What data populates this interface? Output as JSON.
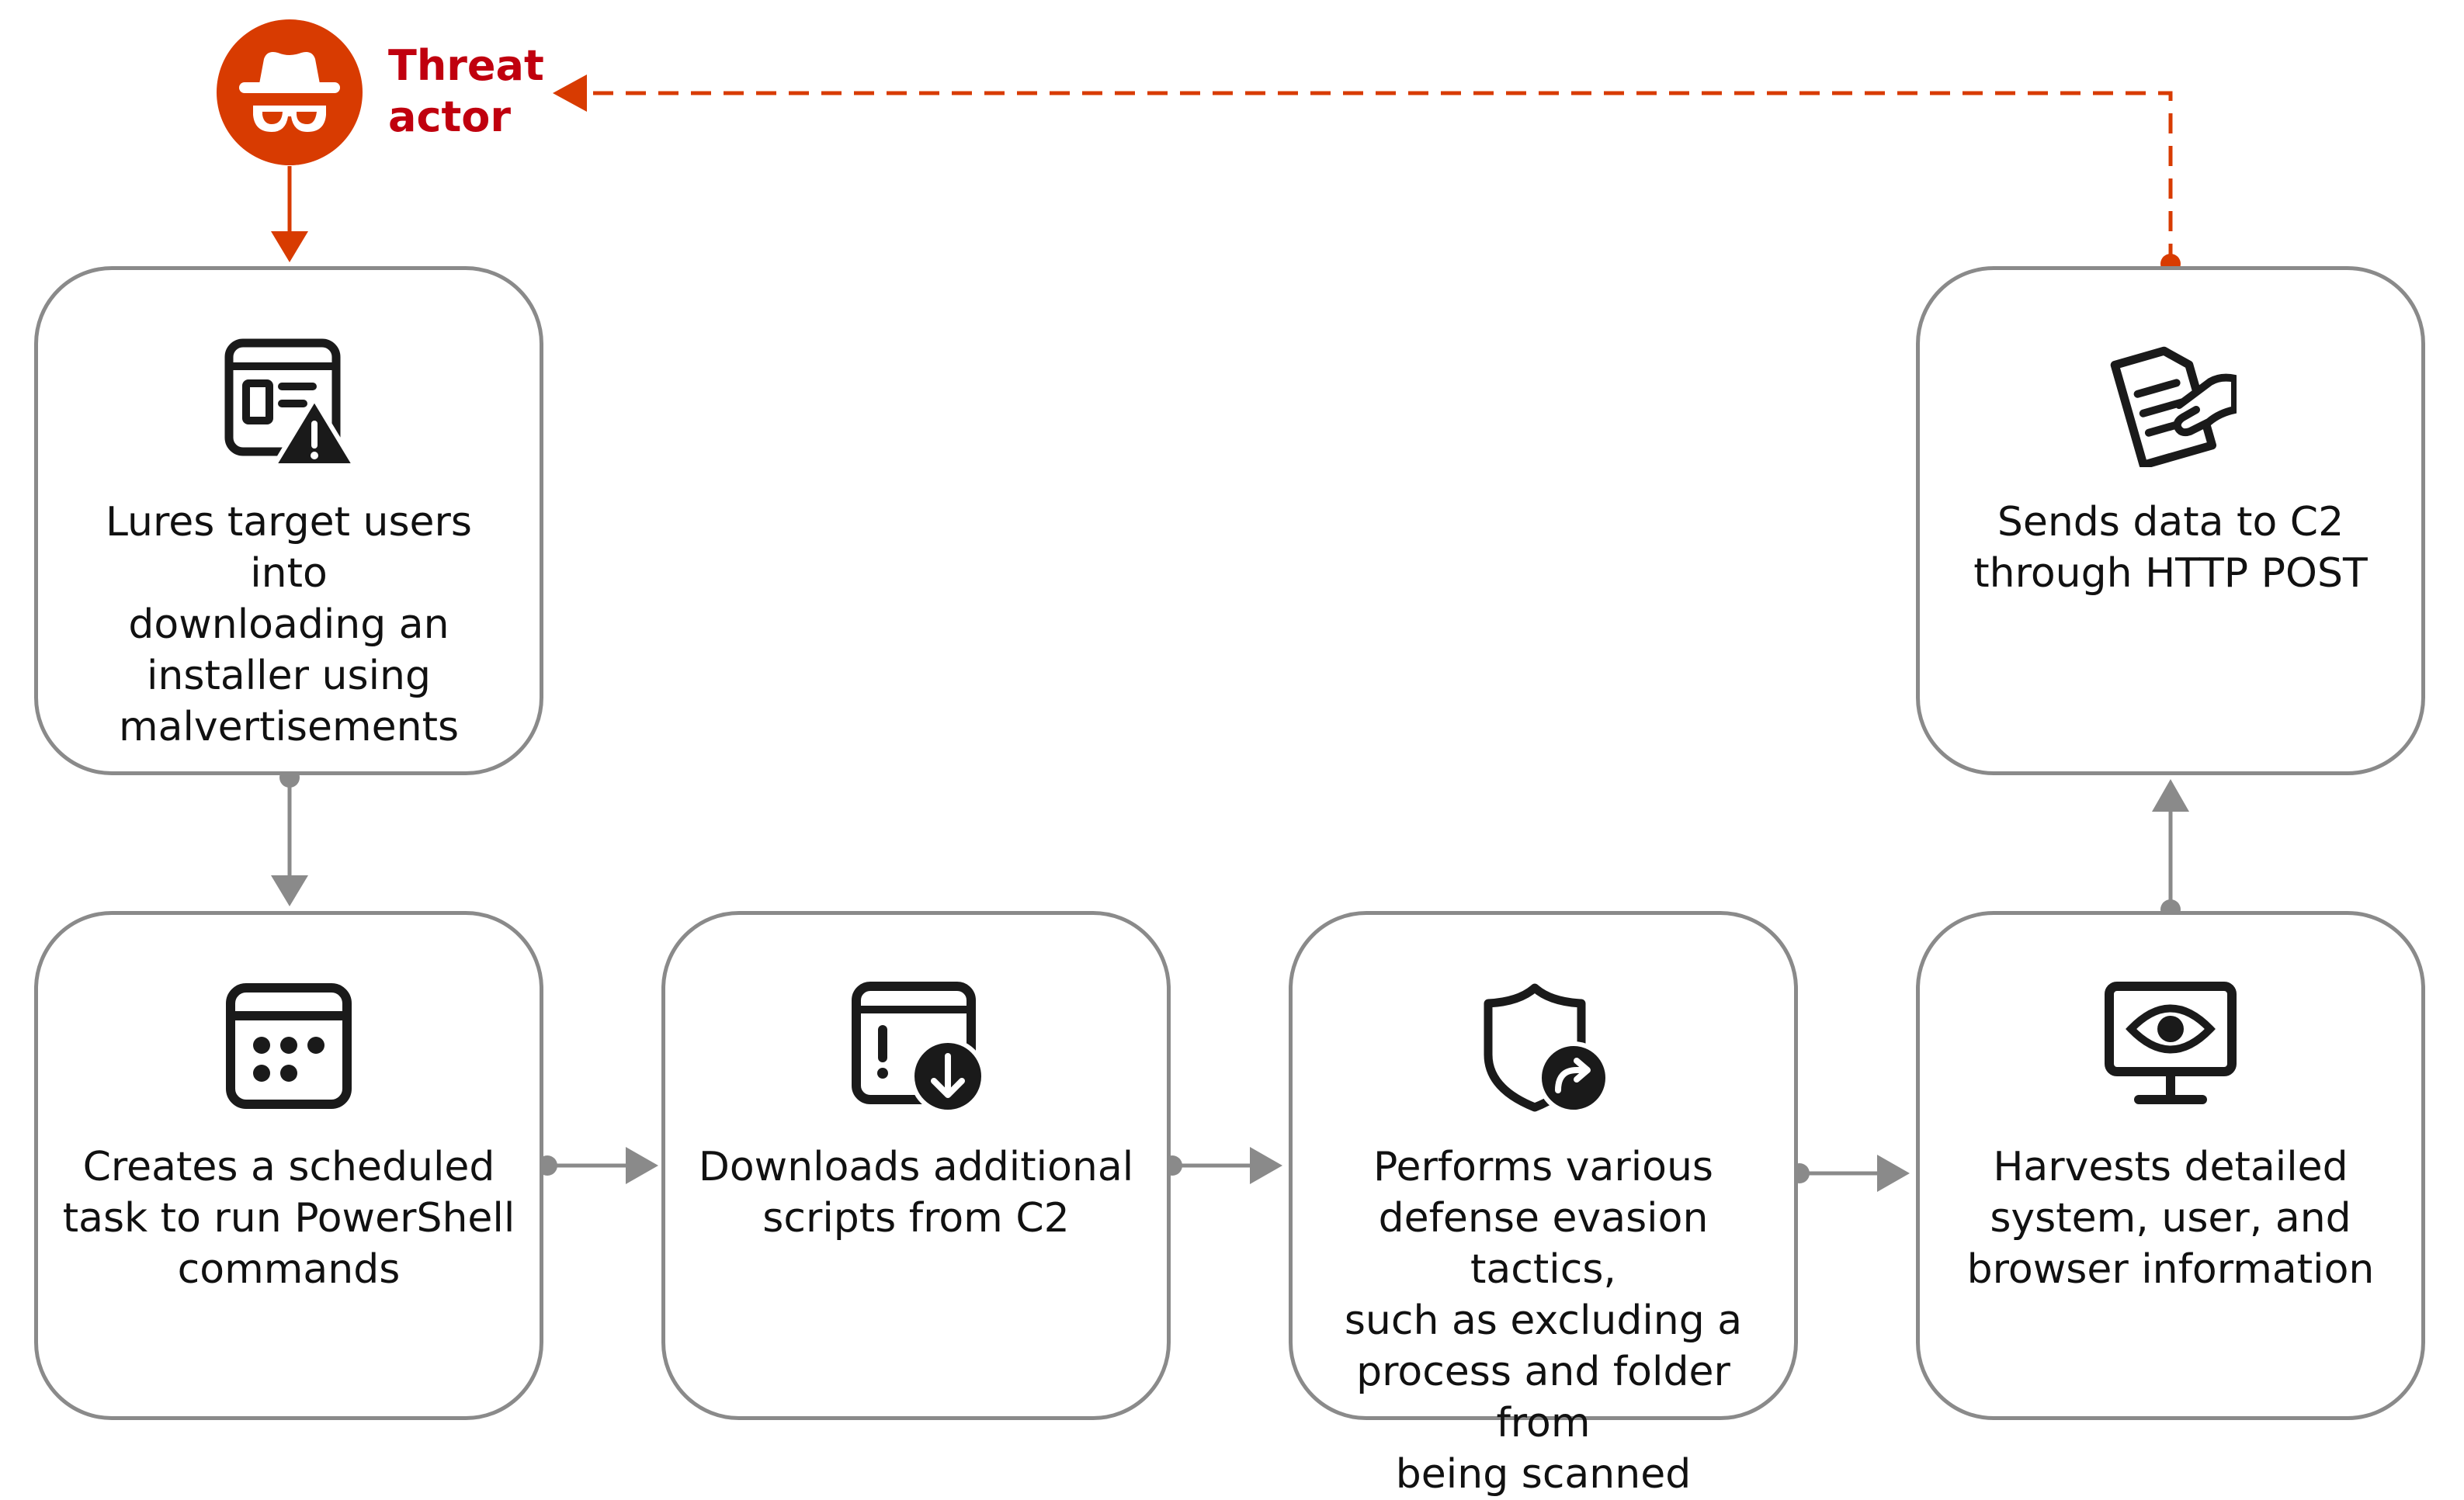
{
  "actor": {
    "label": "Threat\nactor",
    "icon": "spy-hat-glasses-icon",
    "badge_color": "#d83b01",
    "label_color": "#c0000e"
  },
  "steps": [
    {
      "id": "lure",
      "label": "Lures target users into\ndownloading an\ninstaller using\nmalvertisements",
      "icon": "webpage-warning-icon"
    },
    {
      "id": "schedule",
      "label": "Creates a scheduled\ntask to run PowerShell\ncommands",
      "icon": "calendar-icon"
    },
    {
      "id": "download",
      "label": "Downloads additional\nscripts from C2",
      "icon": "window-download-icon"
    },
    {
      "id": "evasion",
      "label": "Performs various\ndefense evasion tactics,\nsuch as excluding a\nprocess and folder from\nbeing scanned",
      "icon": "shield-arrow-icon"
    },
    {
      "id": "harvest",
      "label": "Harvests detailed\nsystem, user, and\nbrowser information",
      "icon": "monitor-eye-icon"
    },
    {
      "id": "exfil",
      "label": "Sends data to C2\nthrough HTTP POST",
      "icon": "document-hand-icon"
    }
  ],
  "colors": {
    "connector": "#8a8a8a",
    "exfil_connector": "#d83b01",
    "icon": "#1a1a1a"
  }
}
